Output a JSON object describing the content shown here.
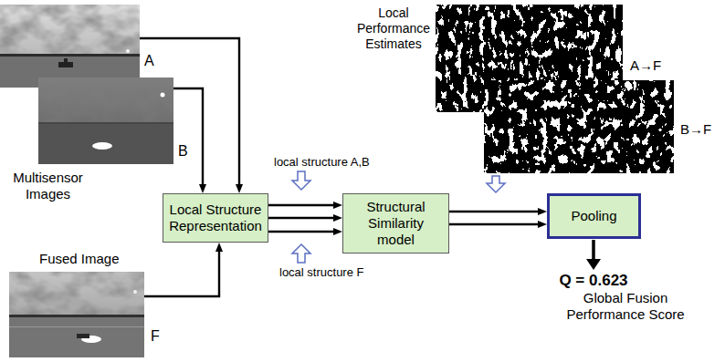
{
  "diagram": {
    "nodes": [
      {
        "text": [
          "A"
        ]
      },
      {
        "text": [
          "B"
        ]
      },
      {
        "text": [
          "Fused Image",
          "F"
        ]
      },
      {
        "text": [
          "Local Structure Representation"
        ]
      },
      {
        "text": [
          "Structural Similarity model"
        ]
      },
      {
        "text": [
          "Pooling"
        ]
      },
      {
        "text": [
          "A→F"
        ]
      },
      {
        "text": [
          "B→F"
        ]
      }
    ],
    "edges": [
      {
        "from": 0,
        "to": 3,
        "arrow": "to"
      },
      {
        "from": 1,
        "to": 3,
        "arrow": "to"
      },
      {
        "from": 2,
        "to": 3,
        "arrow": "to"
      },
      {
        "from": 3,
        "to": 4,
        "arrow": "to"
      },
      {
        "from": 3,
        "to": 4,
        "arrow": "to"
      },
      {
        "from": 3,
        "to": 4,
        "arrow": "to"
      },
      {
        "from": 4,
        "to": 5,
        "arrow": "to"
      },
      {
        "from": 4,
        "to": 5,
        "arrow": "to"
      }
    ],
    "labels": [
      "Multisensor Images",
      "Local Performance Estimates",
      "local structure A,B",
      "local structure F",
      "Q = 0.623",
      "Global Fusion Performance Score"
    ]
  }
}
